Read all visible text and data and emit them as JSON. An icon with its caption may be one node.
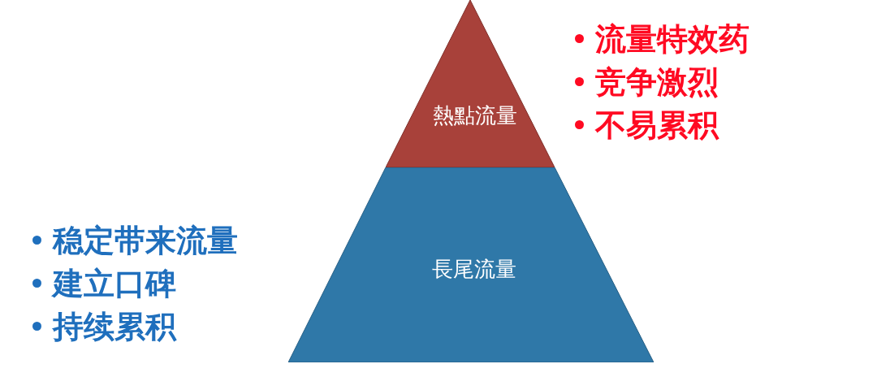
{
  "diagram": {
    "nodes": [
      {
        "text": [
          "熱點流量"
        ],
        "beside": [
          "流量特效药",
          "竞争激烈",
          "不易累积"
        ]
      },
      {
        "text": [
          "長尾流量"
        ],
        "beside": [
          "稳定带来流量",
          "建立口碑",
          "持续累积"
        ]
      }
    ]
  }
}
